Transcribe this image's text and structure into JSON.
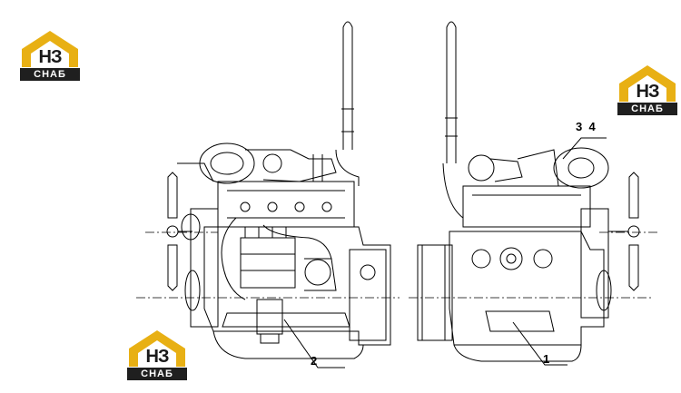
{
  "logos": [
    {
      "letters": "НЗ",
      "bar_text": "СНАБ"
    },
    {
      "letters": "НЗ",
      "bar_text": "СНАБ"
    },
    {
      "letters": "НЗ",
      "bar_text": "СНАБ"
    }
  ],
  "callouts": {
    "label_1": "1",
    "label_2": "2",
    "label_3_4": "3  4"
  },
  "colors": {
    "logo_gold": "#e8b014",
    "logo_dark": "#1f1f1f",
    "line": "#000000"
  }
}
